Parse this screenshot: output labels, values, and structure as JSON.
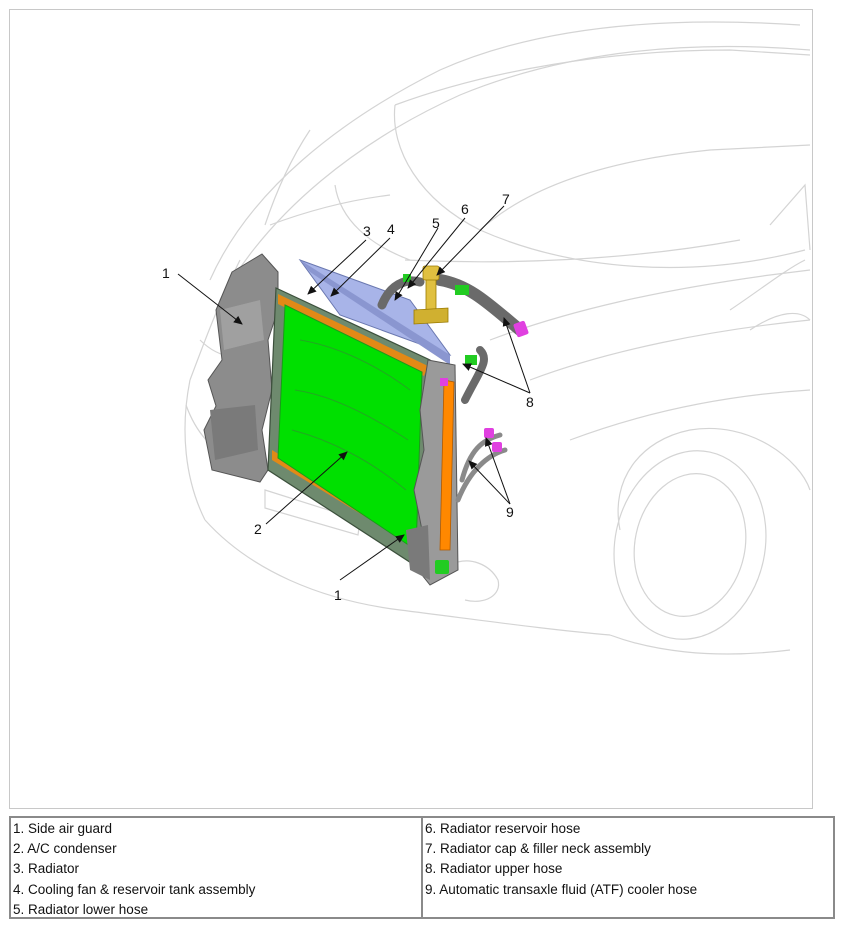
{
  "callouts": {
    "c1a": "1",
    "c1b": "1",
    "c2": "2",
    "c3": "3",
    "c4": "4",
    "c5": "5",
    "c6": "6",
    "c7": "7",
    "c8": "8",
    "c9": "9"
  },
  "legend": {
    "left": [
      "1. Side air guard",
      "2. A/C condenser",
      "3. Radiator",
      "4. Cooling fan & reservoir tank assembly",
      "5. Radiator lower hose"
    ],
    "right": [
      "6. Radiator reservoir hose",
      "7. Radiator cap & filler neck assembly",
      "8. Radiator upper hose",
      "9. Automatic transaxle fluid (ATF) cooler hose"
    ]
  },
  "colors": {
    "condenser": "#00e000",
    "radiator_core": "#33cc33",
    "air_guard": "#8c8c8c",
    "fan_shroud": "#a8b4e8",
    "tube": "#ff8800",
    "filler_neck": "#e0c040",
    "clamp": "#e040e0",
    "car_outline": "#d4d4d4"
  }
}
